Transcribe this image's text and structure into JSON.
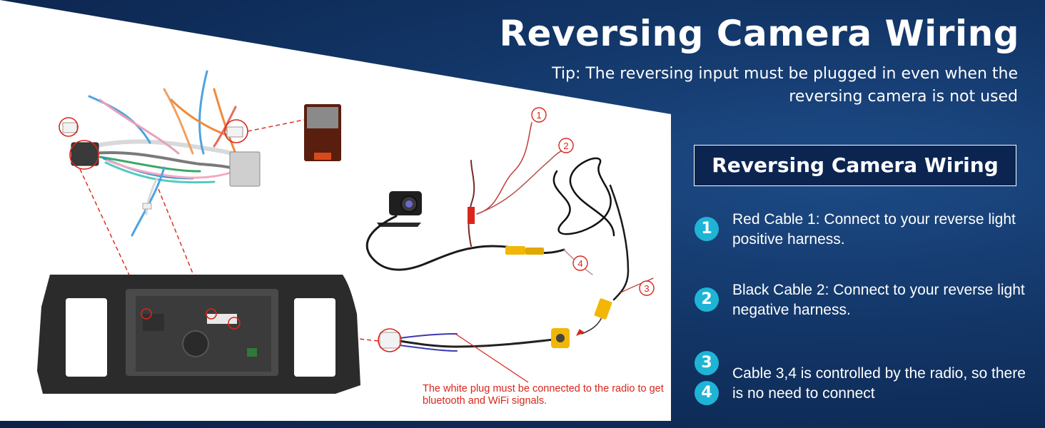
{
  "title": "Reversing Camera Wiring",
  "tip": "Tip: The reversing input must be plugged in even when the reversing camera is not used",
  "panel_heading": "Reversing Camera Wiring",
  "steps": [
    {
      "badge": "1",
      "text": "Red Cable 1: Connect to your reverse light positive harness."
    },
    {
      "badge": "2",
      "text": "Black Cable 2: Connect to your reverse light negative harness."
    },
    {
      "badges": [
        "3",
        "4"
      ],
      "text": "Cable 3,4 is controlled by the radio, so there is no need to connect"
    }
  ],
  "callouts": [
    "1",
    "2",
    "3",
    "4"
  ],
  "note": "The white plug must be connected to the radio to get bluetooth and WiFi signals.",
  "colors": {
    "background": "#123566",
    "panel": "#ffffff",
    "accent": "#1eb4d6",
    "annotation": "#d8261b",
    "rca_yellow": "#f2b705"
  },
  "icons": [
    "wiring-harness-icon",
    "decoder-box-icon",
    "radio-frame-icon",
    "reverse-camera-icon",
    "rca-connector-icon"
  ]
}
